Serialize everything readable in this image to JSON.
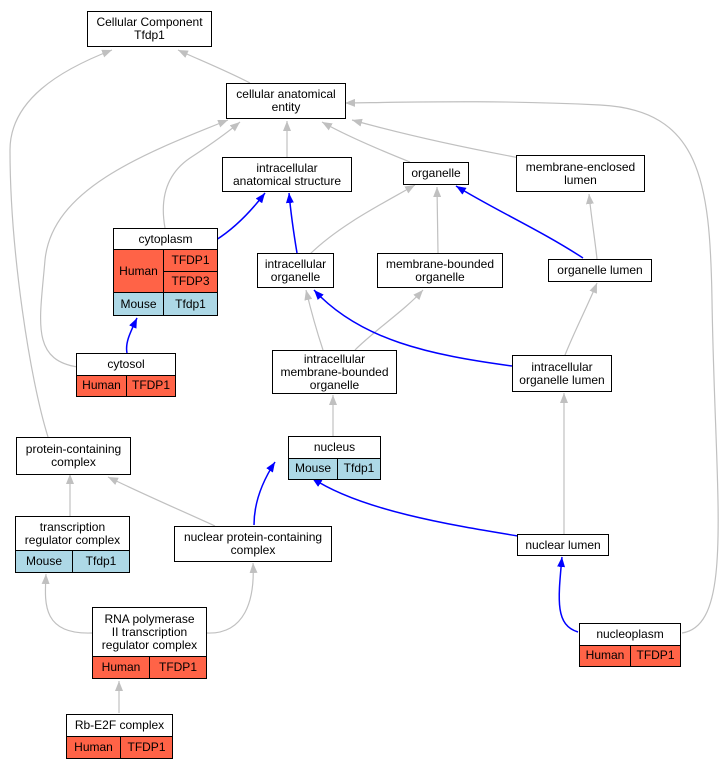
{
  "nodes": {
    "cellular_component": {
      "label": "Cellular Component\nTfdp1"
    },
    "cellular_anatomical_entity": {
      "label": "cellular anatomical\nentity"
    },
    "intracellular_anatomical_structure": {
      "label": "intracellular\nanatomical structure"
    },
    "organelle": {
      "label": "organelle"
    },
    "membrane_enclosed_lumen": {
      "label": "membrane-enclosed\nlumen"
    },
    "cytoplasm": {
      "label": "cytoplasm",
      "human_label": "Human",
      "human_genes": [
        "TFDP1",
        "TFDP3"
      ],
      "mouse_label": "Mouse",
      "mouse_gene": "Tfdp1"
    },
    "intracellular_organelle": {
      "label": "intracellular\norganelle"
    },
    "membrane_bounded_organelle": {
      "label": "membrane-bounded\norganelle"
    },
    "organelle_lumen": {
      "label": "organelle lumen"
    },
    "cytosol": {
      "label": "cytosol",
      "human_label": "Human",
      "human_gene": "TFDP1"
    },
    "intracellular_membrane_bounded_organelle": {
      "label": "intracellular\nmembrane-bounded\norganelle"
    },
    "intracellular_organelle_lumen": {
      "label": "intracellular\norganelle lumen"
    },
    "protein_containing_complex": {
      "label": "protein-containing\ncomplex"
    },
    "nucleus": {
      "label": "nucleus",
      "mouse_label": "Mouse",
      "mouse_gene": "Tfdp1"
    },
    "transcription_regulator_complex": {
      "label": "transcription\nregulator complex",
      "mouse_label": "Mouse",
      "mouse_gene": "Tfdp1"
    },
    "nuclear_protein_containing_complex": {
      "label": "nuclear protein-containing\ncomplex"
    },
    "nuclear_lumen": {
      "label": "nuclear lumen"
    },
    "rna_pol_ii_complex": {
      "label": "RNA polymerase\nII transcription\nregulator complex",
      "human_label": "Human",
      "human_gene": "TFDP1"
    },
    "nucleoplasm": {
      "label": "nucleoplasm",
      "human_label": "Human",
      "human_gene": "TFDP1"
    },
    "rb_e2f_complex": {
      "label": "Rb-E2F complex",
      "human_label": "Human",
      "human_gene": "TFDP1"
    }
  },
  "colors": {
    "edge_gray": "#c0c0c0",
    "edge_blue": "#0000ff",
    "human_fill": "#ff6347",
    "mouse_fill": "#add8e6"
  }
}
